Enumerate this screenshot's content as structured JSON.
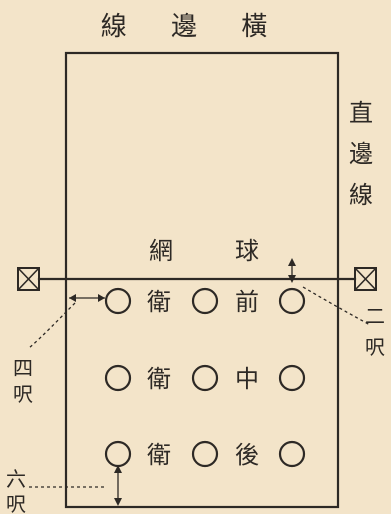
{
  "labels": {
    "top": "線 邊 橫",
    "right_vertical": [
      "直",
      "邊",
      "線"
    ],
    "net": [
      "網",
      "球"
    ],
    "front": "前",
    "middle": "中",
    "back": "後",
    "guard": "衛",
    "left_top_note": [
      "四",
      "呎"
    ],
    "right_note": [
      "二",
      "呎"
    ],
    "left_bottom_note": [
      "六",
      "呎"
    ]
  },
  "players": {
    "rows": 3,
    "columns": 3
  }
}
